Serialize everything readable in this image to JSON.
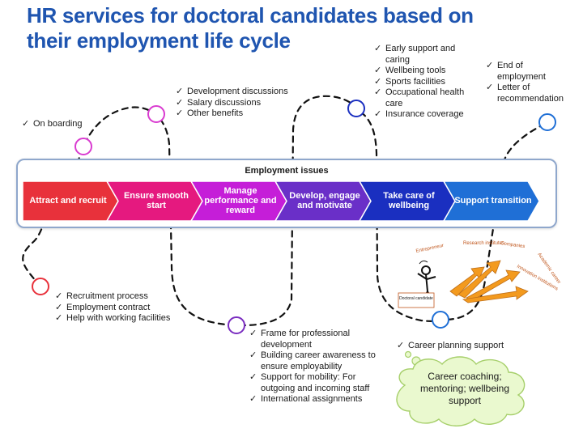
{
  "title_lines": [
    "HR services for doctoral candidates based on",
    "their employment life cycle"
  ],
  "employment_issues_label": "Employment issues",
  "stages": [
    {
      "label": "Attract and recruit",
      "color": "#e8313b"
    },
    {
      "label": "Ensure smooth start",
      "color": "#e5197f"
    },
    {
      "label": "Manage performance and reward",
      "color": "#c51ed8"
    },
    {
      "label": "Develop, engage and motivate",
      "color": "#6a2fc8"
    },
    {
      "label": "Take care of wellbeing",
      "color": "#1a2fc0"
    },
    {
      "label": "Support transition",
      "color": "#1f6fd6"
    }
  ],
  "lists": {
    "on_boarding": [
      "On boarding"
    ],
    "development": [
      "Development discussions",
      "Salary discussions",
      "Other benefits"
    ],
    "wellbeing": [
      "Early support and caring",
      "Wellbeing tools",
      "Sports facilities",
      "Occupational health care",
      "Insurance coverage"
    ],
    "end": [
      "End of employment",
      "Letter of recommendation"
    ],
    "recruitment": [
      "Recruitment process",
      "Employment contract",
      "Help with working facilities"
    ],
    "professional": [
      "Frame for professional development",
      "Building career awareness to ensure employability",
      "Support for mobility: For outgoing and incoming staff",
      "International assignments"
    ],
    "career": [
      "Career planning support"
    ]
  },
  "cloud_text": "Career coaching; mentoring; wellbeing support",
  "illustration": {
    "person_label": "Doctoral candidate",
    "options": [
      "Entrepreneur",
      "Research institutes",
      "Companies",
      "Academic career",
      "Innovation institutions"
    ]
  },
  "colors": {
    "title": "#1f55b0",
    "curve": "#111111",
    "frame_border": "#8fa7cc",
    "cloud_fill": "#eaf9cf",
    "cloud_border": "#a6cf6a",
    "arrow_orange": "#f39a1e"
  }
}
